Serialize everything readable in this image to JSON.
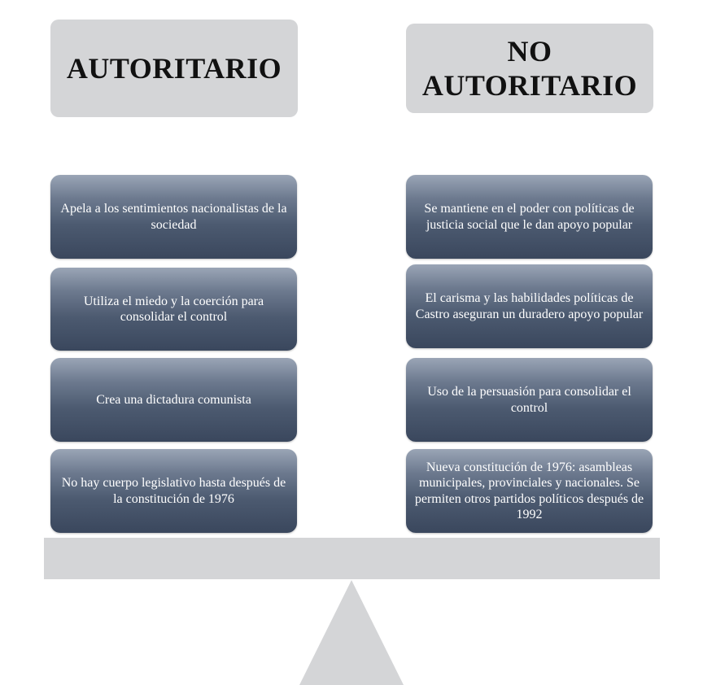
{
  "left": {
    "title": "AUTORITARIO",
    "items": [
      "Apela a los sentimientos nacionalistas de la sociedad",
      "Utiliza el miedo y la coerción para consolidar el control",
      "Crea una dictadura comunista",
      "No hay cuerpo legislativo hasta después de la constitución de 1976"
    ]
  },
  "right": {
    "title_line1": "NO",
    "title_line2": "AUTORITARIO",
    "items": [
      "Se mantiene en el poder con políticas de justicia social que le dan apoyo popular",
      "El carisma y las habilidades políticas de Castro aseguran un duradero apoyo popular",
      "Uso de la persuasión para consolidar el control",
      "Nueva constitución de 1976: asambleas municipales, provinciales y nacionales. Se permiten otros partidos políticos después de 1992"
    ]
  },
  "colors": {
    "header_bg": "#d4d5d7",
    "box_top": "#9aa5b6",
    "box_bottom": "#3a475d",
    "beam": "#d4d5d7"
  }
}
